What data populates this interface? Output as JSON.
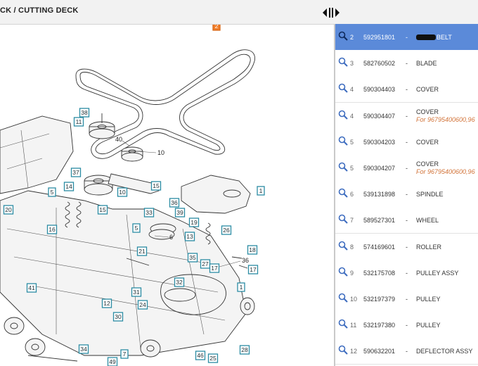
{
  "header": {
    "title": "CK / CUTTING DECK"
  },
  "callouts": [
    {
      "id": "c2",
      "label": "2",
      "active": true
    },
    {
      "id": "c38",
      "label": "38"
    },
    {
      "id": "c11",
      "label": "11"
    },
    {
      "id": "c37",
      "label": "37"
    },
    {
      "id": "c14",
      "label": "14"
    },
    {
      "id": "c15a",
      "label": "15"
    },
    {
      "id": "c10b",
      "label": "10"
    },
    {
      "id": "c5a",
      "label": "5"
    },
    {
      "id": "c20",
      "label": "20"
    },
    {
      "id": "c16",
      "label": "16"
    },
    {
      "id": "c15b",
      "label": "15"
    },
    {
      "id": "c33",
      "label": "33"
    },
    {
      "id": "c39",
      "label": "39"
    },
    {
      "id": "c36",
      "label": "36"
    },
    {
      "id": "c1a",
      "label": "1"
    },
    {
      "id": "c5b",
      "label": "5"
    },
    {
      "id": "c19",
      "label": "19"
    },
    {
      "id": "c26",
      "label": "26"
    },
    {
      "id": "c13",
      "label": "13"
    },
    {
      "id": "c21",
      "label": "21"
    },
    {
      "id": "c18",
      "label": "18"
    },
    {
      "id": "c35",
      "label": "35"
    },
    {
      "id": "c27",
      "label": "27"
    },
    {
      "id": "c17a",
      "label": "17"
    },
    {
      "id": "c17b",
      "label": "17"
    },
    {
      "id": "c41",
      "label": "41"
    },
    {
      "id": "c32",
      "label": "32"
    },
    {
      "id": "c1b",
      "label": "1"
    },
    {
      "id": "c31",
      "label": "31"
    },
    {
      "id": "c12",
      "label": "12"
    },
    {
      "id": "c24",
      "label": "24"
    },
    {
      "id": "c30",
      "label": "30"
    },
    {
      "id": "c34",
      "label": "34"
    },
    {
      "id": "c7",
      "label": "7"
    },
    {
      "id": "c46",
      "label": "46"
    },
    {
      "id": "c25",
      "label": "25"
    },
    {
      "id": "c28",
      "label": "28"
    },
    {
      "id": "c49",
      "label": "49"
    }
  ],
  "plain_labels": {
    "l40": "40",
    "l10a": "10",
    "l6": "6",
    "l36": "36"
  },
  "parts": [
    {
      "pos": "2",
      "part_no": "592951801",
      "dash": "-",
      "desc": "BELT",
      "note": "",
      "redacted": true,
      "selected": true
    },
    {
      "pos": "3",
      "part_no": "582760502",
      "dash": "-",
      "desc": "BLADE",
      "note": ""
    },
    {
      "pos": "4",
      "part_no": "590304403",
      "dash": "-",
      "desc": "COVER",
      "note": ""
    },
    {
      "pos": "4",
      "part_no": "590304407",
      "dash": "-",
      "desc": "COVER",
      "note": "For 96795400600,96"
    },
    {
      "pos": "5",
      "part_no": "590304203",
      "dash": "-",
      "desc": "COVER",
      "note": ""
    },
    {
      "pos": "5",
      "part_no": "590304207",
      "dash": "-",
      "desc": "COVER",
      "note": "For 96795400600,96"
    },
    {
      "pos": "6",
      "part_no": "539131898",
      "dash": "-",
      "desc": "SPINDLE",
      "note": ""
    },
    {
      "pos": "7",
      "part_no": "589527301",
      "dash": "-",
      "desc": "WHEEL",
      "note": ""
    },
    {
      "pos": "8",
      "part_no": "574169601",
      "dash": "-",
      "desc": "ROLLER",
      "note": ""
    },
    {
      "pos": "9",
      "part_no": "532175708",
      "dash": "-",
      "desc": "PULLEY ASSY",
      "note": ""
    },
    {
      "pos": "10",
      "part_no": "532197379",
      "dash": "-",
      "desc": "PULLEY",
      "note": ""
    },
    {
      "pos": "11",
      "part_no": "532197380",
      "dash": "-",
      "desc": "PULLEY",
      "note": ""
    },
    {
      "pos": "12",
      "part_no": "590632201",
      "dash": "-",
      "desc": "DEFLECTOR ASSY",
      "note": ""
    }
  ]
}
